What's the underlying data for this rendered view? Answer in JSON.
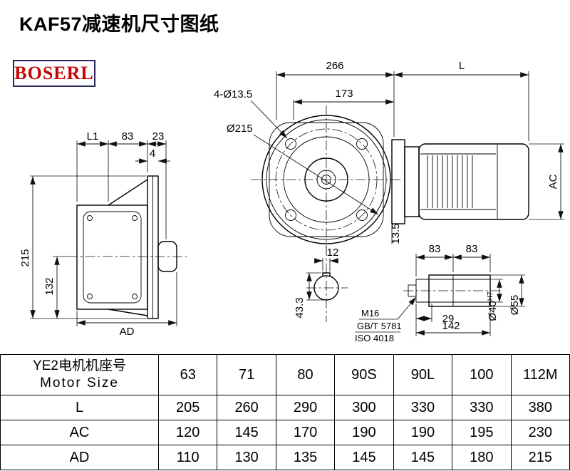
{
  "page": {
    "title": "KAF57减速机尺寸图纸",
    "brand": "BOSERL"
  },
  "drawing": {
    "front_view": {
      "dim_266": "266",
      "dim_L": "L",
      "dim_173": "173",
      "bolt_holes_label": "4-Ø13.5",
      "flange_dia_label": "Ø215",
      "dim_AC": "AC",
      "dim_13_5": "13.5"
    },
    "side_view": {
      "dim_L1": "L1",
      "dim_83": "83",
      "dim_23": "23",
      "dim_4": "4",
      "dim_215": "215",
      "dim_132": "132",
      "dim_AD": "AD"
    },
    "shaft_section": {
      "dim_12": "12",
      "dim_43_3": "43.3"
    },
    "shaft_detail": {
      "dim_83_left": "83",
      "dim_83_right": "83",
      "dim_29": "29",
      "dim_142": "142",
      "bore_dia": "Ø40",
      "bore_tol": "H7",
      "outer_dia": "Ø55",
      "thread_label": "M16",
      "standard_gbt": "GB/T 5781",
      "standard_iso": "ISO 4018"
    }
  },
  "table": {
    "header": {
      "label_cn": "YE2电机机座号",
      "label_en": "Motor Size",
      "sizes": [
        "63",
        "71",
        "80",
        "90S",
        "90L",
        "100",
        "112M"
      ]
    },
    "rows": [
      {
        "label": "L",
        "values": [
          "205",
          "260",
          "290",
          "300",
          "330",
          "330",
          "380"
        ]
      },
      {
        "label": "AC",
        "values": [
          "120",
          "145",
          "170",
          "190",
          "190",
          "195",
          "230"
        ]
      },
      {
        "label": "AD",
        "values": [
          "110",
          "130",
          "135",
          "145",
          "145",
          "180",
          "215"
        ]
      }
    ]
  }
}
